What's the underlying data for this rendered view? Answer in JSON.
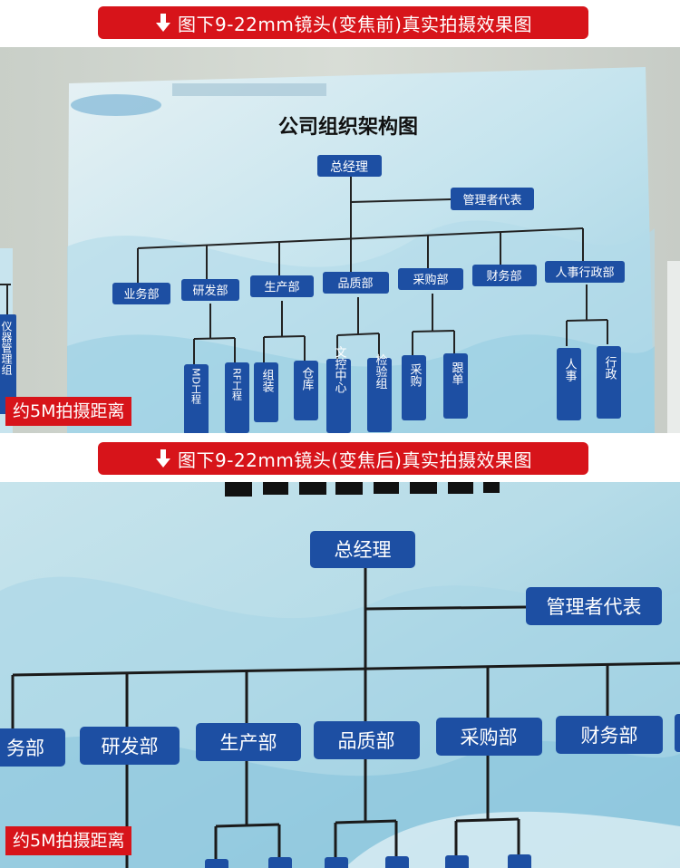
{
  "banners": {
    "before": "图下9-22mm镜头(变焦前)真实拍摄效果图",
    "after": "图下9-22mm镜头(变焦后)真实拍摄效果图"
  },
  "distance_label": "约5M拍摄距离",
  "icons": {
    "banner_arrow": "down-arrow-icon"
  },
  "colors": {
    "banner_red": "#d7141a",
    "box_blue": "#1d4fa3",
    "board_bg": "#cfe6ee"
  },
  "chart_before": {
    "title": "公司组织架构图",
    "top": "总经理",
    "rep": "管理者代表",
    "departments": [
      "业务部",
      "研发部",
      "生产部",
      "品质部",
      "采购部",
      "财务部",
      "人事行政部"
    ],
    "left_edge_vertical": "仪器管理组",
    "subs": {
      "md": "MD工程",
      "rf": "RF工程",
      "assembly": "组装",
      "warehouse": "仓库",
      "doc_control": "文控中心",
      "inspection": "检验组",
      "purchase": "采购",
      "follow": "跟单",
      "hr": "人事",
      "admin": "行政"
    }
  },
  "chart_after": {
    "top": "总经理",
    "rep": "管理者代表",
    "departments": [
      "业务部",
      "研发部",
      "生产部",
      "品质部",
      "采购部",
      "财务部"
    ]
  }
}
